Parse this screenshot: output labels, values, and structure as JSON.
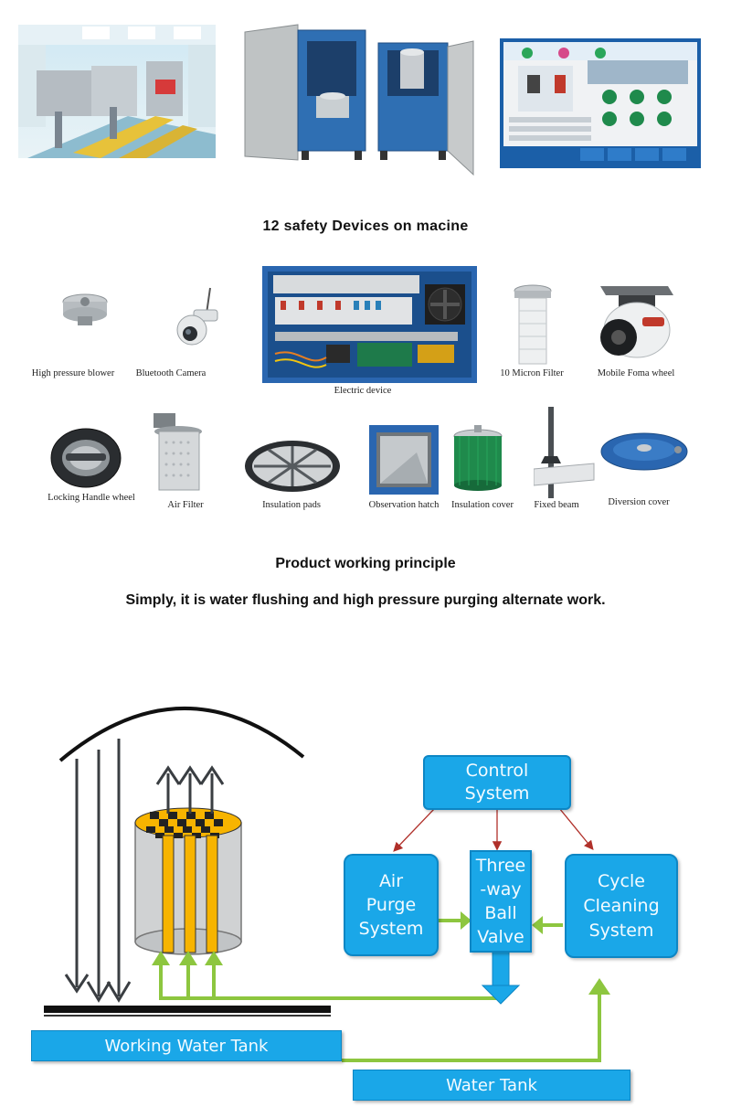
{
  "section_titles": {
    "safety": "12 safety Devices on macine",
    "principle": "Product working principle",
    "summary": "Simply, it is water flushing and high pressure purging alternate work."
  },
  "devices": [
    {
      "label": "High pressure blower",
      "icon": "blower-icon"
    },
    {
      "label": "Bluetooth Camera",
      "icon": "camera-icon"
    },
    {
      "label": "Electric device",
      "icon": "electric-panel-icon"
    },
    {
      "label": "10 Micron Filter",
      "icon": "filter-icon"
    },
    {
      "label": "Mobile Foma wheel",
      "icon": "wheel-icon"
    },
    {
      "label": "Locking Handle wheel",
      "icon": "handle-wheel-icon"
    },
    {
      "label": "Air Filter",
      "icon": "air-filter-icon"
    },
    {
      "label": "Insulation pads",
      "icon": "insulation-pad-icon"
    },
    {
      "label": "Observation hatch",
      "icon": "hatch-icon"
    },
    {
      "label": "Insulation cover",
      "icon": "cover-icon"
    },
    {
      "label": "Fixed beam",
      "icon": "beam-icon"
    },
    {
      "label": "Diversion cover",
      "icon": "diversion-icon"
    }
  ],
  "diagram": {
    "control_system": [
      "Control",
      "System"
    ],
    "air_purge": [
      "Air",
      "Purge",
      "System"
    ],
    "three_way_valve": [
      "Three",
      "-way",
      "Ball",
      "Valve"
    ],
    "cycle_cleaning": [
      "Cycle",
      "Cleaning",
      "System"
    ],
    "working_water_tank": "Working Water Tank",
    "water_tank": "Water Tank"
  },
  "colors": {
    "box_fill": "#1aa7e8",
    "box_border": "#0d86c4",
    "flow_arrow": "#8dc63f",
    "control_arrow": "#b0302a",
    "filter_yellow": "#f7b400"
  }
}
